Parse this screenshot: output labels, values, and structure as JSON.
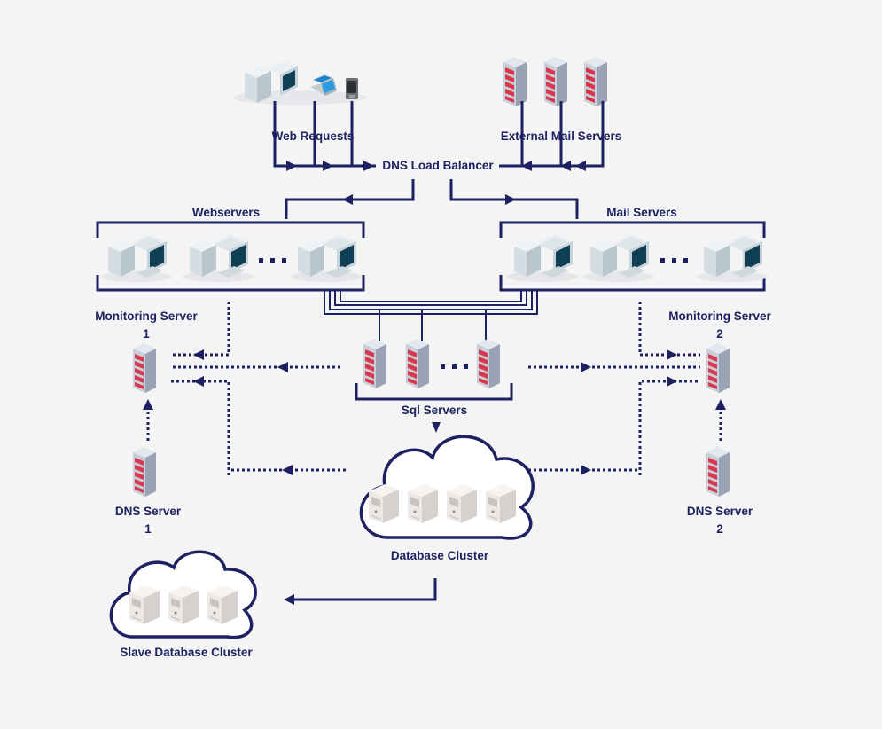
{
  "labels": {
    "web_requests": "Web Requests",
    "external_mail_servers": "External Mail Servers",
    "dns_load_balancer": "DNS Load Balancer",
    "webservers": "Webservers",
    "mail_servers": "Mail Servers",
    "monitoring_server_1": {
      "name": "Monitoring Server",
      "number": "1"
    },
    "monitoring_server_2": {
      "name": "Monitoring Server",
      "number": "2"
    },
    "sql_servers": "Sql Servers",
    "dns_server_1": {
      "name": "DNS Server",
      "number": "1"
    },
    "dns_server_2": {
      "name": "DNS Server",
      "number": "2"
    },
    "database_cluster": "Database Cluster",
    "slave_database_cluster": "Slave Database Cluster"
  },
  "colors": {
    "line": "#1d2161",
    "server_body": "#c9cfd9",
    "server_side": "#9aa3b3",
    "server_bay": "#d8384d",
    "pc_body": "#dce6ea",
    "pc_screen": "#0f3f55",
    "db_body": "#ece8e6",
    "background": "#f4f4f5"
  },
  "icons": {
    "rack_server": "rack-server-icon",
    "desktop_pc": "desktop-pc-icon",
    "laptop": "laptop-icon",
    "phone": "phone-icon",
    "db_server": "database-server-icon",
    "cloud": "cloud-icon"
  }
}
